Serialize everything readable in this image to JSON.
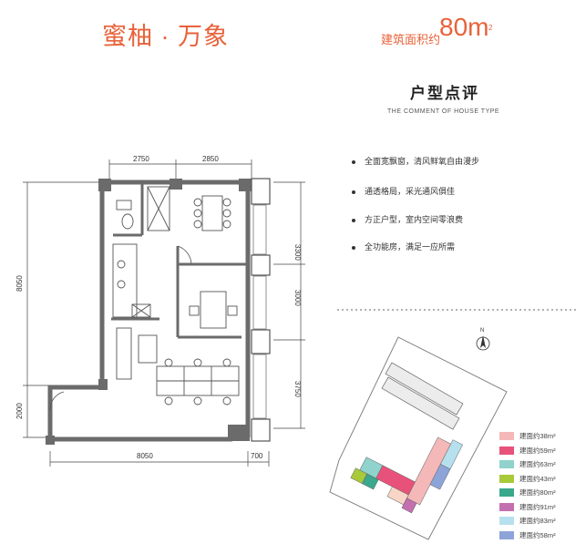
{
  "header": {
    "brand": "蜜柚 · 万象",
    "area_label": "建筑面积约",
    "area_value": "80m",
    "area_unit_sup": "2"
  },
  "comment": {
    "title": "户型点评",
    "subtitle": "THE COMMENT OF HOUSE TYPE",
    "points": [
      "全面宽飘窗，清风鲜氧自由漫步",
      "通透格局，采光通风俱佳",
      "方正户型，室内空间零浪费",
      "全功能房，满足一应所需"
    ]
  },
  "dimensions": {
    "top_left": "2750",
    "top_right": "2850",
    "left_upper": "8050",
    "left_lower": "2000",
    "right_1": "3300",
    "right_2": "3000",
    "right_3": "3750",
    "bottom_main": "8050",
    "bottom_right": "700"
  },
  "legend": [
    {
      "label": "建面约38m²",
      "color": "#f4b8b8"
    },
    {
      "label": "建面约59m²",
      "color": "#e8527a"
    },
    {
      "label": "建面约63m²",
      "color": "#8fd3cc"
    },
    {
      "label": "建面约43m²",
      "color": "#a8c93a"
    },
    {
      "label": "建面约80m²",
      "color": "#3aa88c"
    },
    {
      "label": "建面约91m²",
      "color": "#c46fb0"
    },
    {
      "label": "建面约83m²",
      "color": "#b7e0ee"
    },
    {
      "label": "建面约58m²",
      "color": "#8da4d8"
    }
  ],
  "colors": {
    "brand": "#e8623a",
    "wall": "#6b6b6b"
  }
}
